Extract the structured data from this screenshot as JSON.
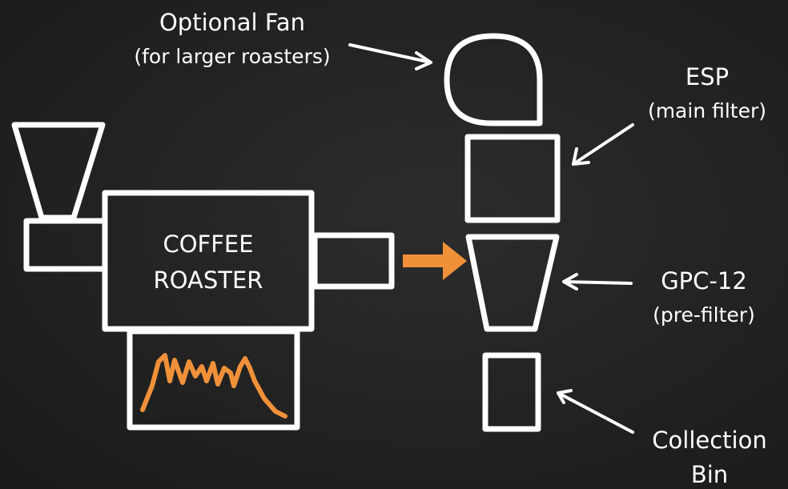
{
  "labels": {
    "fan_title": "Optional Fan",
    "fan_sub": "(for larger roasters)",
    "esp_title": "ESP",
    "esp_sub": "(main filter)",
    "gpc_title": "GPC-12",
    "gpc_sub": "(pre-filter)",
    "bin_title": "Collection",
    "bin_sub": "Bin",
    "roaster_line1": "COFFEE",
    "roaster_line2": "ROASTER"
  },
  "colors": {
    "background": "#222222",
    "chalk": "#ffffff",
    "accent": "#f0913a"
  }
}
